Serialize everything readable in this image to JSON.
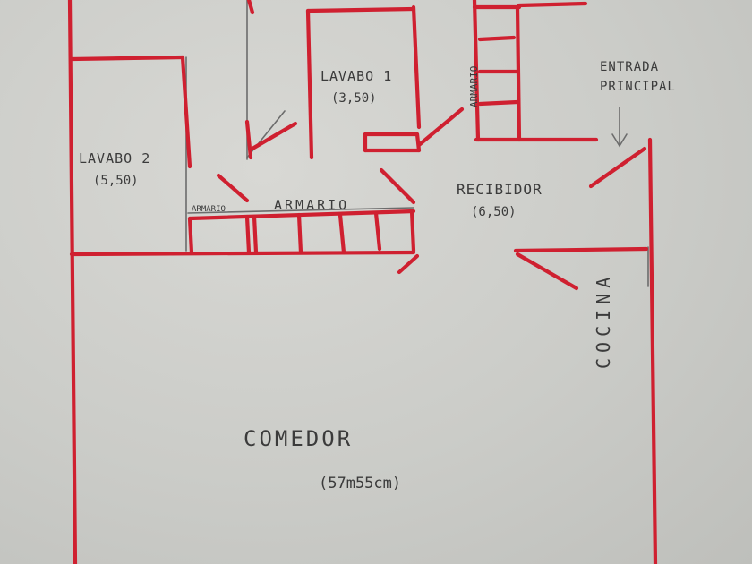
{
  "rooms": {
    "lavabo1": {
      "name": "LAVABO 1",
      "area": "(3,50)"
    },
    "lavabo2": {
      "name": "LAVABO 2",
      "area": "(5,50)"
    },
    "recibidor": {
      "name": "RECIBIDOR",
      "area": "(6,50)"
    },
    "comedor": {
      "name": "COMEDOR",
      "area": "(57m55cm)"
    },
    "cocina": {
      "name": "COCINA"
    }
  },
  "labels": {
    "entrada_line1": "ENTRADA",
    "entrada_line2": "PRINCIPAL",
    "armario_small": "ARMARIO",
    "armario_main": "ARMARIO",
    "armario_vertical": "ARMARIO"
  },
  "icons": {
    "entrance": "arrow-down-icon"
  },
  "colors": {
    "walls": "#cf2030",
    "pencil": "#6c6c6c",
    "paper": "#cbccc8"
  }
}
